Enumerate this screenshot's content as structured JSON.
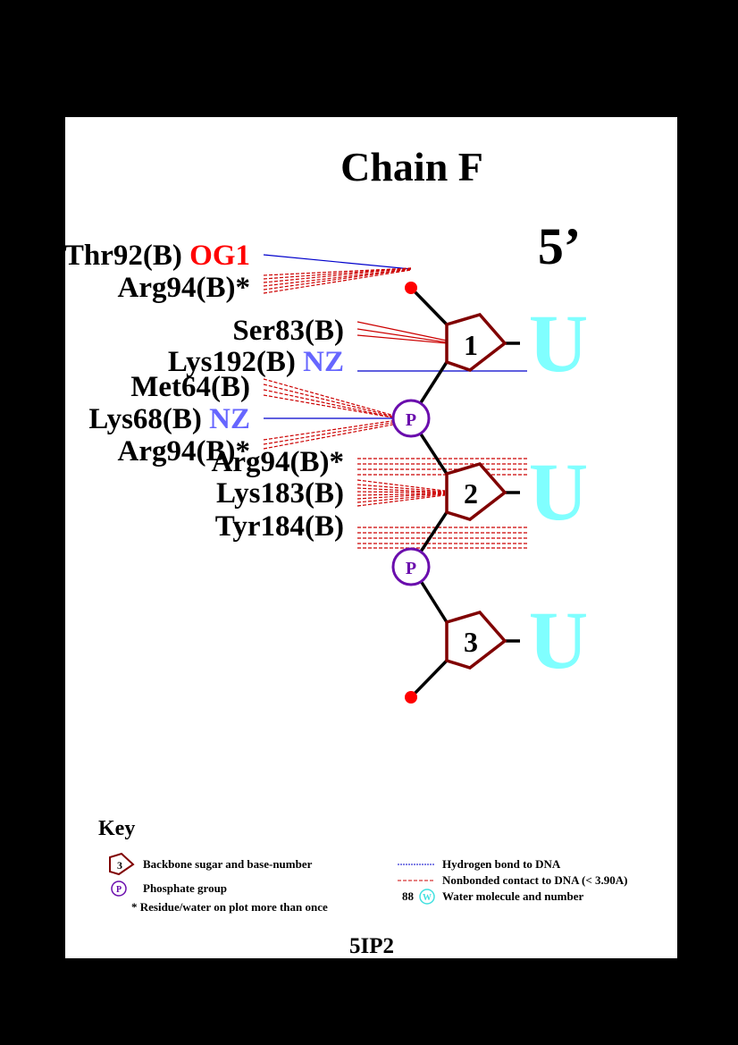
{
  "title": "Chain F",
  "five_prime": "5’",
  "pdb_id": "5IP2",
  "colors": {
    "sugar": "#800000",
    "phosphate": "#6a0dad",
    "base": "#80ffff",
    "hbond": "#0000cc",
    "nonbonded": "#cc0000",
    "atom_red": "#ff0000",
    "atom_blue": "#6666ff",
    "backbone": "#000000"
  },
  "nucleotides": [
    {
      "number": "1",
      "base": "U"
    },
    {
      "number": "2",
      "base": "U"
    },
    {
      "number": "3",
      "base": "U"
    }
  ],
  "phosphate_label": "P",
  "residues": [
    {
      "name": "Thr92(B)",
      "atom": "OG1",
      "atom_color": "red"
    },
    {
      "name": "Arg94(B)*",
      "atom": ""
    },
    {
      "name": "Ser83(B)",
      "atom": ""
    },
    {
      "name": "Lys192(B)",
      "atom": "NZ",
      "atom_color": "blue"
    },
    {
      "name": "Met64(B)",
      "atom": ""
    },
    {
      "name": "Lys68(B)",
      "atom": "NZ",
      "atom_color": "blue"
    },
    {
      "name": "Arg94(B)*",
      "atom": ""
    },
    {
      "name": "Arg94(B)*",
      "atom": ""
    },
    {
      "name": "Lys183(B)",
      "atom": ""
    },
    {
      "name": "Tyr184(B)",
      "atom": ""
    }
  ],
  "key": {
    "title": "Key",
    "sugar_example_number": "3",
    "sugar_text": "Backbone sugar and base-number",
    "phosphate_example": "P",
    "phosphate_text": "Phosphate group",
    "star_text": "* Residue/water on plot more than once",
    "hbond_text": "Hydrogen bond to DNA",
    "nonbonded_text": "Nonbonded contact to DNA (< 3.90A)",
    "water_number": "88",
    "water_symbol": "W",
    "water_text": "Water molecule and number"
  }
}
